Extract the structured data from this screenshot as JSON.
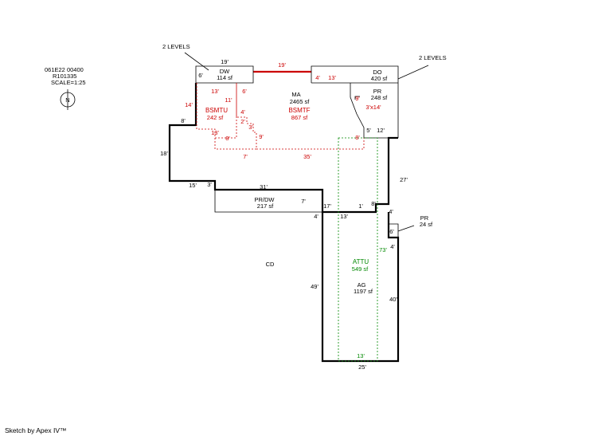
{
  "header": {
    "line1": "061E22  00400",
    "line2": "R101335",
    "line3": "SCALE=1:25"
  },
  "compass": {
    "label": "N",
    "icon": "north-arrow-icon"
  },
  "callouts": {
    "left_levels": "2 LEVELS",
    "right_levels": "2 LEVELS"
  },
  "areas": {
    "dw": {
      "name": "DW",
      "size": "114 sf"
    },
    "ma": {
      "name": "MA",
      "size": "2465 sf"
    },
    "do": {
      "name": "DO",
      "size": "420 sf"
    },
    "pr_top": {
      "name": "PR",
      "size": "248 sf"
    },
    "bsmtu": {
      "name": "BSMTU",
      "size": "242 sf"
    },
    "bsmtf": {
      "name": "BSMTF",
      "size": "867 sf"
    },
    "prdw": {
      "name": "PR/DW",
      "size": "217 sf"
    },
    "pr_small": {
      "name": "PR",
      "size": "24 sf"
    },
    "attu": {
      "name": "ATTU",
      "size": "549 sf"
    },
    "ag": {
      "name": "AG",
      "size": "1197 sf"
    },
    "cd": {
      "name": "CD"
    }
  },
  "dimensions_black": {
    "d19_top": "19'",
    "d6_dw": "6'",
    "d8_left": "8'",
    "d18_left": "18'",
    "d15": "15'",
    "d3": "3'",
    "d31": "31'",
    "d7_prdw": "7'",
    "d17": "17'",
    "d4_left_ag": "4'",
    "d13_ag": "13'",
    "d1": "1'",
    "d8_ag": "8'",
    "d5": "5'",
    "d12": "12'",
    "d27": "27'",
    "d4_right": "4'",
    "d6_pr": "6'",
    "d4_pr": "4'",
    "d49": "49'",
    "d40": "40'",
    "d25": "25'"
  },
  "dimensions_red": {
    "r19": "19'",
    "r4": "4'",
    "r13_top": "13'",
    "r14": "14'",
    "r13_left": "13'",
    "r6": "6'",
    "r11": "11'",
    "r4b": "4'",
    "r2": "2'",
    "r3": "3'",
    "r13_b": "13'",
    "r8_b": "8'",
    "r9_b": "9'",
    "r7": "7'",
    "r35": "35'",
    "r9_pr": "9'",
    "r3x14": "3'x14'",
    "r8_right": "8'"
  },
  "dimensions_green": {
    "g73": "73'",
    "g13": "13'"
  },
  "footer": {
    "credit": "Sketch by Apex IV™"
  }
}
